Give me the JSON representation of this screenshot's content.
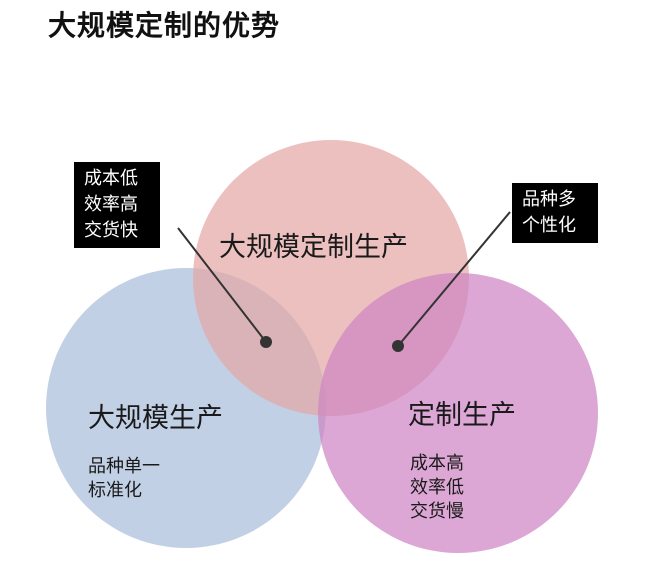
{
  "title": "大规模定制的优势",
  "circles": {
    "top": {
      "label": "大规模定制生产",
      "color": "#e3a8a6"
    },
    "left": {
      "label": "大规模生产",
      "desc": [
        "品种单一",
        "标准化"
      ],
      "color": "#b7c8e1"
    },
    "right": {
      "label": "定制生产",
      "desc": [
        "成本高",
        "效率低",
        "交货慢"
      ],
      "color": "#cf85c3"
    }
  },
  "callouts": {
    "left": [
      "成本低",
      "效率高",
      "交货快"
    ],
    "right": [
      "品种多",
      "个性化"
    ]
  }
}
